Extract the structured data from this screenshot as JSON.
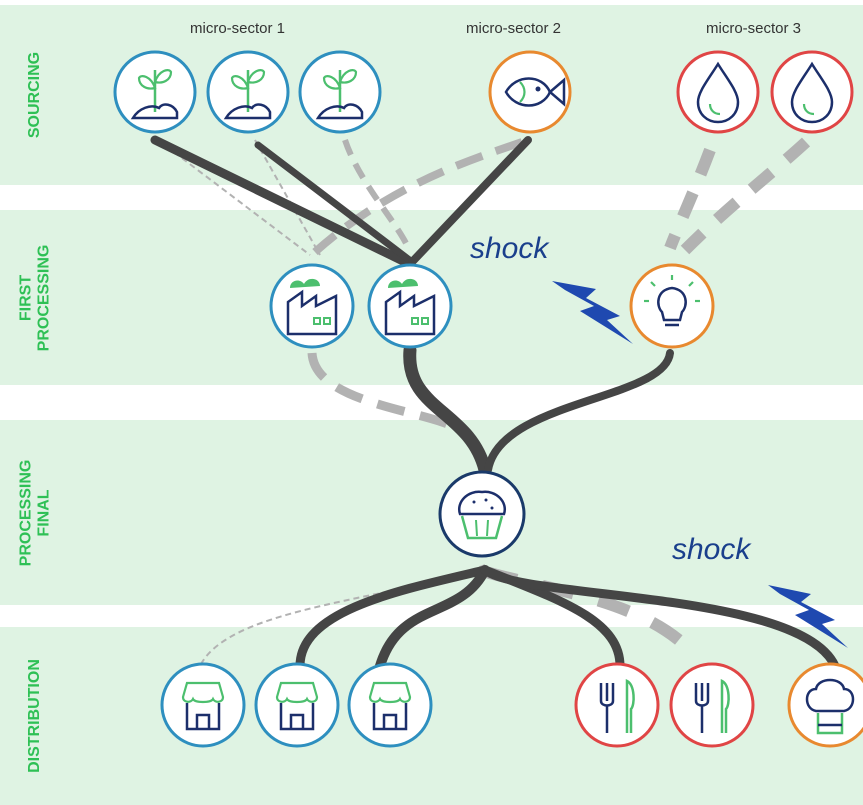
{
  "stages": {
    "sourcing": "SOURCING",
    "first_processing_line1": "FIRST",
    "first_processing_line2": "PROCESSING",
    "final_processing_line1": "PROCESSING",
    "final_processing_line2": "FINAL",
    "distribution": "DISTRIBUTION"
  },
  "sectors": {
    "s1": "micro-sector 1",
    "s2": "micro-sector 2",
    "s3": "micro-sector 3"
  },
  "shock_labels": {
    "top": "shock",
    "bottom": "shock"
  },
  "colors": {
    "band_bg": "#dff3e3",
    "stage_label": "#2ec055",
    "ring_blue": "#2e8fbf",
    "ring_navy": "#1a3a6a",
    "ring_orange": "#e8892f",
    "ring_red": "#e04545",
    "strong_link": "#454545",
    "weak_link": "#b2b2b2",
    "shock_bolt": "#1f49b0",
    "icon_green": "#4cbf6e",
    "icon_navy": "#1c2f6b"
  },
  "nodes": [
    {
      "id": "plant-1",
      "icon": "plant-icon",
      "ring": "blue"
    },
    {
      "id": "plant-2",
      "icon": "plant-icon",
      "ring": "blue"
    },
    {
      "id": "plant-3",
      "icon": "plant-icon",
      "ring": "blue"
    },
    {
      "id": "fish",
      "icon": "fish-icon",
      "ring": "orange"
    },
    {
      "id": "drop-1",
      "icon": "water-drop-icon",
      "ring": "red"
    },
    {
      "id": "drop-2",
      "icon": "water-drop-icon",
      "ring": "red"
    },
    {
      "id": "factory-1",
      "icon": "factory-icon",
      "ring": "blue"
    },
    {
      "id": "factory-2",
      "icon": "factory-icon",
      "ring": "blue"
    },
    {
      "id": "bulb",
      "icon": "lightbulb-icon",
      "ring": "orange"
    },
    {
      "id": "muffin",
      "icon": "muffin-icon",
      "ring": "navy"
    },
    {
      "id": "shop-1",
      "icon": "shop-icon",
      "ring": "blue"
    },
    {
      "id": "shop-2",
      "icon": "shop-icon",
      "ring": "blue"
    },
    {
      "id": "shop-3",
      "icon": "shop-icon",
      "ring": "blue"
    },
    {
      "id": "restaurant-1",
      "icon": "fork-knife-icon",
      "ring": "red"
    },
    {
      "id": "restaurant-2",
      "icon": "fork-knife-icon",
      "ring": "red"
    },
    {
      "id": "chef",
      "icon": "chef-hat-icon",
      "ring": "orange"
    }
  ]
}
